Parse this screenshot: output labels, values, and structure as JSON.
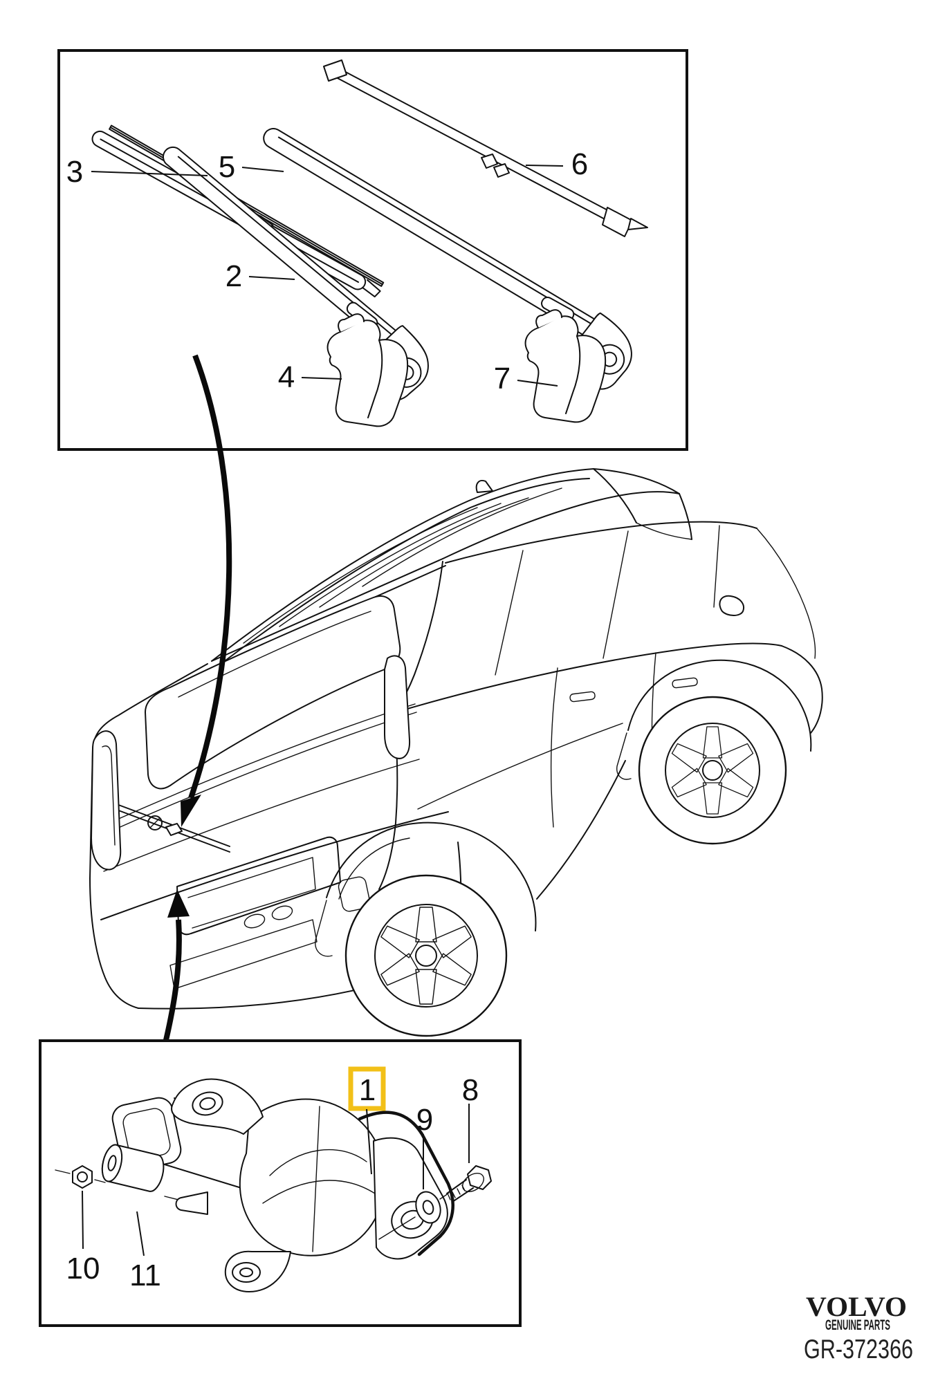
{
  "figure": {
    "type": "exploded-parts-diagram",
    "highlight_color": "#F2C018",
    "line_color": "#111111",
    "callouts": {
      "c1": "1",
      "c2": "2",
      "c3": "3",
      "c4": "4",
      "c5": "5",
      "c6": "6",
      "c7": "7",
      "c8": "8",
      "c9": "9",
      "c10": "10",
      "c11": "11"
    }
  },
  "branding": {
    "logo": "VOLVO",
    "tagline": "GENUINE PARTS",
    "drawing_number": "GR-372366"
  }
}
